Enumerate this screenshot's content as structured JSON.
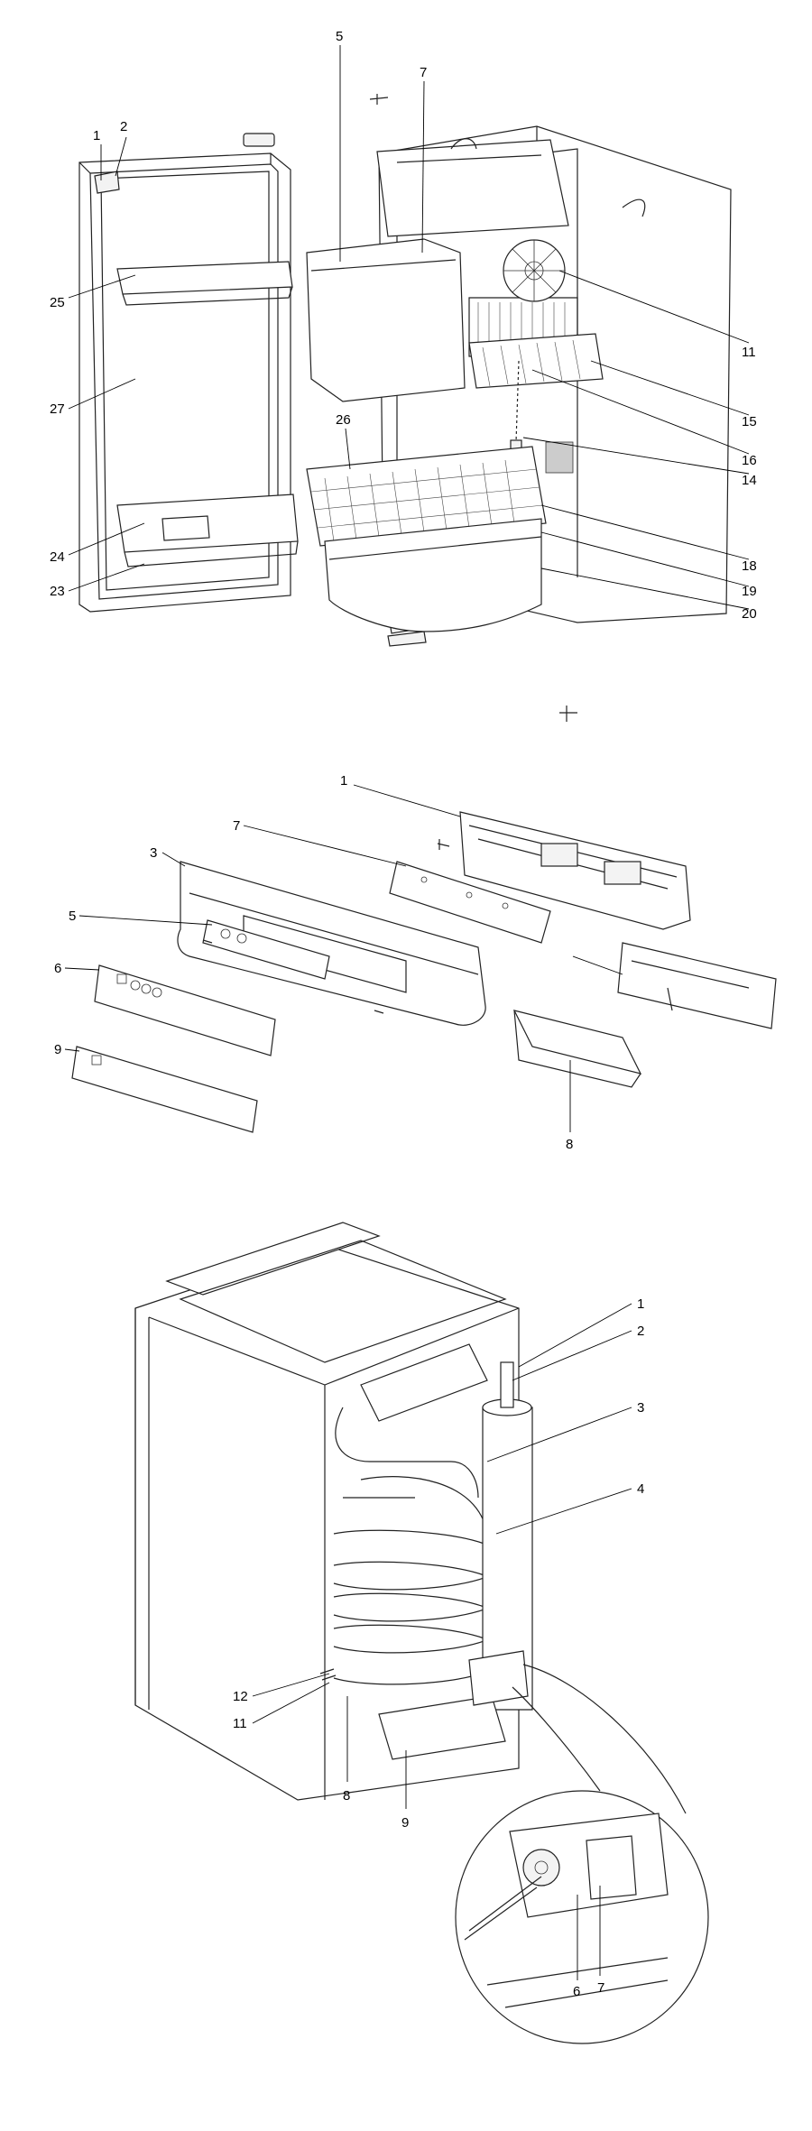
{
  "diagram1": {
    "labels": [
      "1",
      "2",
      "5",
      "7",
      "11",
      "15",
      "16",
      "14",
      "26",
      "18",
      "19",
      "20",
      "25",
      "27",
      "24",
      "23"
    ]
  },
  "diagram2": {
    "labels": [
      "1",
      "7",
      "3",
      "5",
      "6",
      "9",
      "8"
    ]
  },
  "diagram3": {
    "labels": [
      "1",
      "2",
      "3",
      "4",
      "12",
      "11",
      "8",
      "9",
      "6",
      "7"
    ]
  }
}
